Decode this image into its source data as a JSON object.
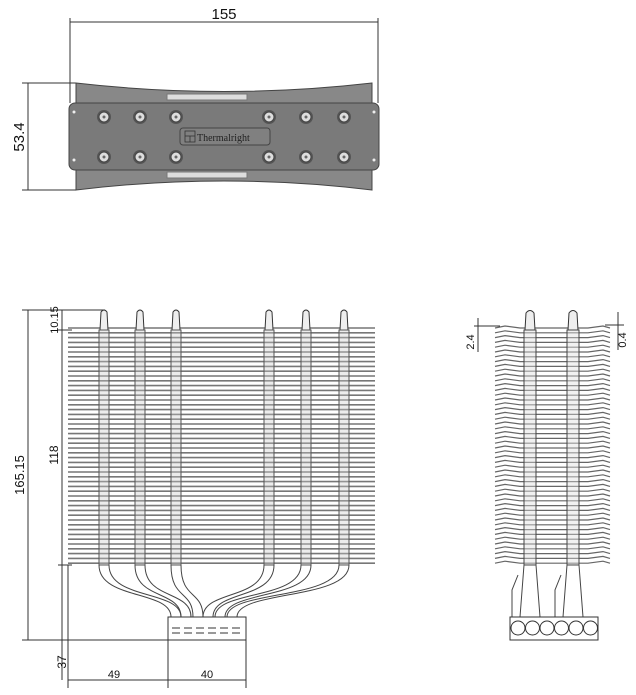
{
  "brand": "Thermalright",
  "top_view": {
    "width_label": "155",
    "height_label": "53.4"
  },
  "front_view": {
    "total_height_label": "165.15",
    "pipe_protrusion_label": "10.15",
    "fin_stack_label": "118",
    "base_height_label": "37",
    "offset_label": "49",
    "base_width_label": "40"
  },
  "side_view": {
    "fin_spacing_label": "2.4",
    "fin_thickness_label": "0.4"
  },
  "colors": {
    "plate": "#7a7a7a",
    "fin": "#777777",
    "line": "#222222"
  }
}
